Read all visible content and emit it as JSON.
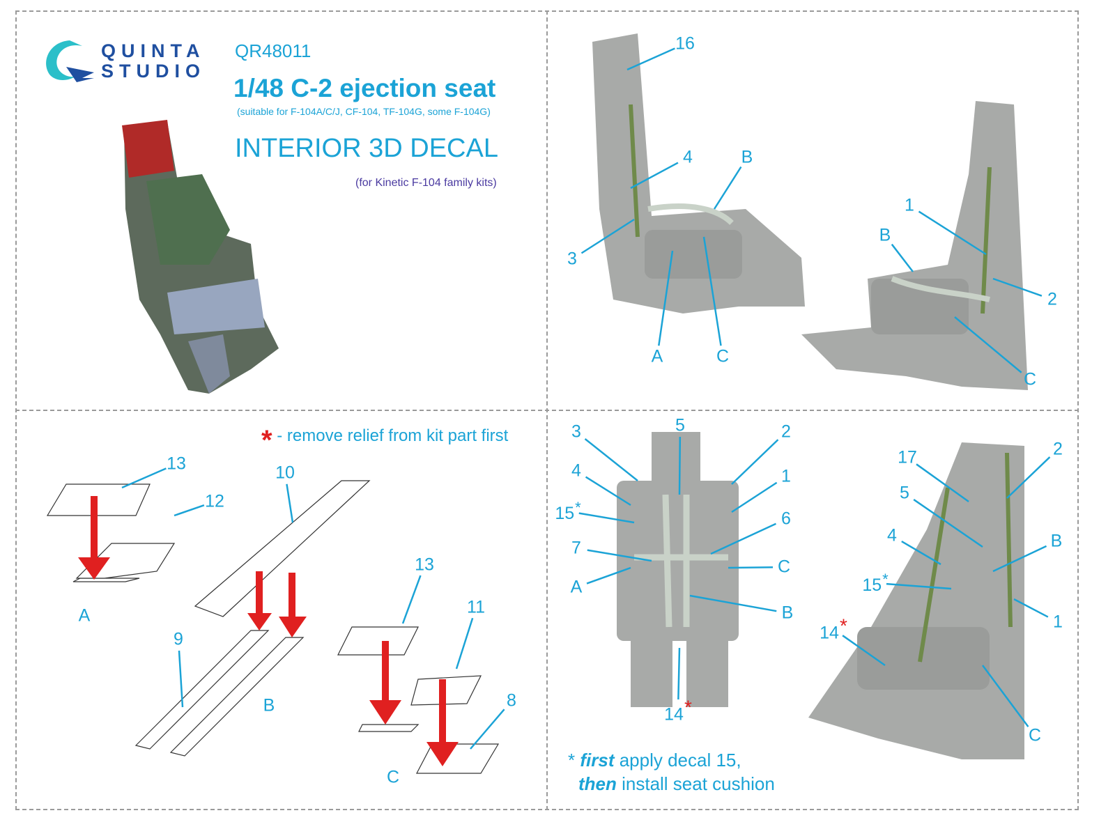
{
  "brand": {
    "line1": "QUINTA",
    "line2": "STUDIO"
  },
  "header": {
    "code": "QR48011",
    "title": "1/48 C-2 ejection seat",
    "suitable": "(suitable for F-104A/C/J, CF-104, TF-104G, some F-104G)",
    "product": "INTERIOR 3D DECAL",
    "kits": "(for Kinetic F-104 family kits)"
  },
  "legend": {
    "star": "*",
    "text": "- remove relief from kit part first"
  },
  "footnote": {
    "star": "*",
    "first": "first",
    "line1_rest": " apply decal 15,",
    "then": "then",
    "line2_rest": " install seat cushion"
  },
  "callouts": {
    "top_right": [
      "16",
      "4",
      "B",
      "3",
      "A",
      "C",
      "1",
      "B",
      "2",
      "C"
    ],
    "bottom_left": [
      "13",
      "12",
      "10",
      "A",
      "9",
      "B",
      "13",
      "11",
      "8",
      "C"
    ],
    "bottom_right": [
      "3",
      "5",
      "2",
      "4",
      "1",
      "15",
      "6",
      "7",
      "C",
      "A",
      "B",
      "14",
      "17",
      "2",
      "5",
      "4",
      "B",
      "15",
      "1",
      "14",
      "C"
    ]
  },
  "colors": {
    "accent": "#1ba3d6",
    "arrow": "#e02020",
    "seat": "#a7a9a8",
    "strap": "#6f8a4a"
  }
}
